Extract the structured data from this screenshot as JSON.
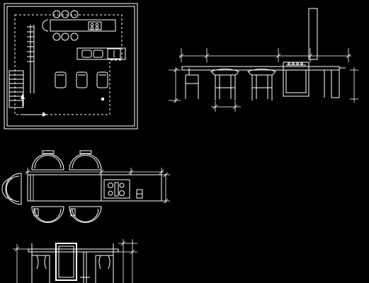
{
  "drawing": {
    "background": "#000000",
    "line_color": "#ffffff",
    "views": [
      "floor-plan",
      "front-elevation",
      "island-plan-detail",
      "island-section"
    ]
  },
  "dimensions": {
    "plan_top_1": "",
    "plan_top_2": "",
    "elevation_left": "",
    "elevation_main": "",
    "elevation_right": "",
    "elevation_stove_label": "",
    "elevation_height_left": "",
    "elevation_height_right": "",
    "elevation_bottom": "",
    "island_left_height": "",
    "island_length": "",
    "island_right_width": "",
    "island_top_chair": "",
    "island_side_height": "",
    "section_height_left": "",
    "section_height_right": ""
  }
}
